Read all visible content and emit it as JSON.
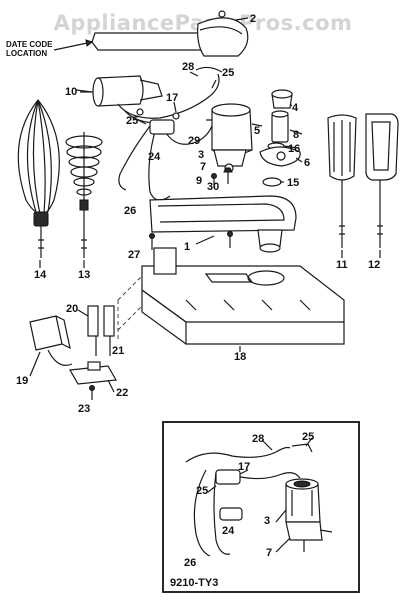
{
  "watermark": "AppliancePartsPros.com",
  "note": {
    "line1": "DATE CODE",
    "line2": "LOCATION"
  },
  "inset_caption": "9210-TY3",
  "callouts": {
    "p1": "1",
    "p2": "2",
    "p3": "3",
    "p4": "4",
    "p5": "5",
    "p6": "6",
    "p7": "7",
    "p8": "8",
    "p9": "9",
    "p10": "10",
    "p11": "11",
    "p12": "12",
    "p13": "13",
    "p14": "14",
    "p15": "15",
    "p16": "16",
    "p17": "17",
    "p18": "18",
    "p19": "19",
    "p20": "20",
    "p21": "21",
    "p22": "22",
    "p23": "23",
    "p24": "24",
    "p25": "25",
    "p26": "26",
    "p27": "27",
    "p28": "28",
    "p29": "29",
    "p30": "30"
  },
  "inset_callouts": {
    "i28": "28",
    "i25a": "25",
    "i17": "17",
    "i25b": "25",
    "i24": "24",
    "i3": "3",
    "i26": "26",
    "i7": "7"
  }
}
